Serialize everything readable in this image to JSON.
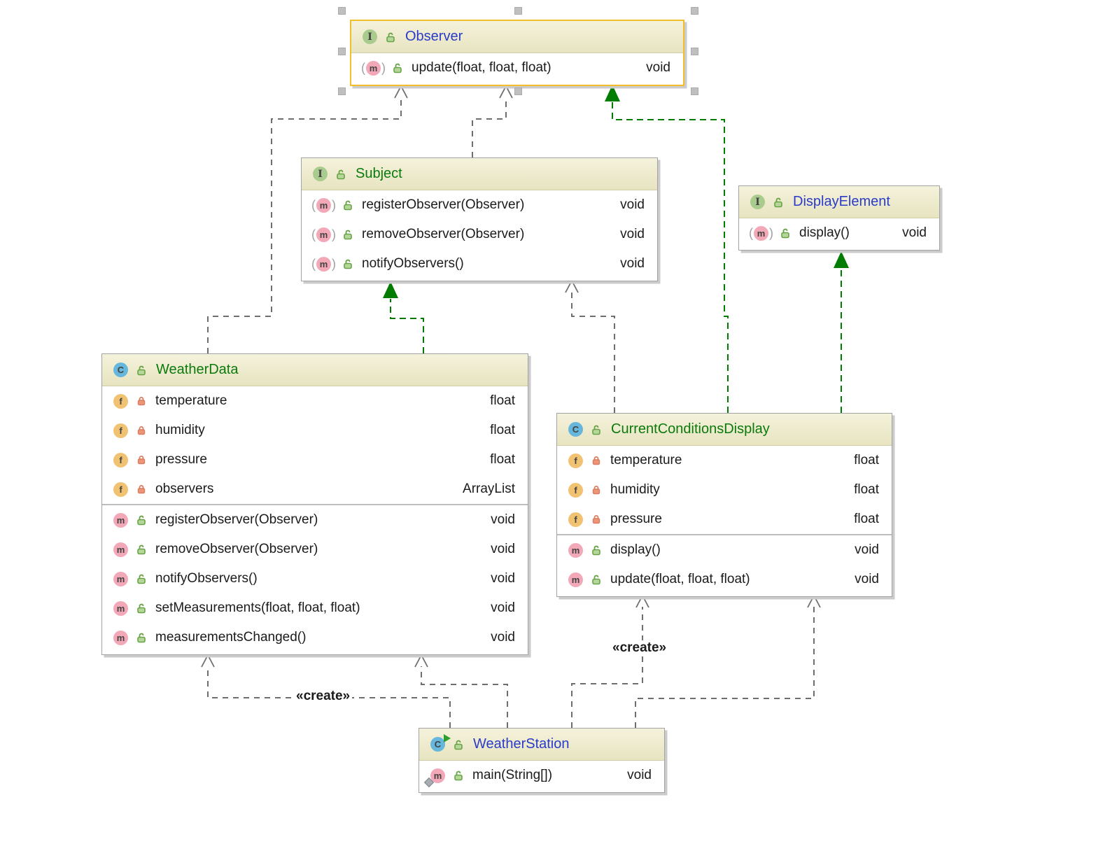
{
  "icons": {
    "interface_letter": "I",
    "class_letter": "C",
    "method_letter": "m",
    "field_letter": "f"
  },
  "edges": {
    "create_label": "«create»"
  },
  "colors": {
    "selection_border": "#F2BE2B",
    "title_green": "#0B7A0B",
    "title_blue": "#2A3BC9",
    "dependency_edge": "#6E6E6E",
    "realization_edge": "#007C00",
    "header_top": "#F5F2DC",
    "header_bottom": "#E7E4C1",
    "interface_icon_bg": "#A9CB8D",
    "class_icon_bg": "#66B7DB",
    "method_icon_bg": "#F3A8B8",
    "field_icon_bg": "#F1C272"
  },
  "nodes": {
    "observer": {
      "title": "Observer",
      "methods": [
        {
          "name": "update(float, float, float)",
          "type": "void"
        }
      ]
    },
    "subject": {
      "title": "Subject",
      "methods": [
        {
          "name": "registerObserver(Observer)",
          "type": "void"
        },
        {
          "name": "removeObserver(Observer)",
          "type": "void"
        },
        {
          "name": "notifyObservers()",
          "type": "void"
        }
      ]
    },
    "display_element": {
      "title": "DisplayElement",
      "methods": [
        {
          "name": "display()",
          "type": "void"
        }
      ]
    },
    "weather_data": {
      "title": "WeatherData",
      "fields": [
        {
          "name": "temperature",
          "type": "float"
        },
        {
          "name": "humidity",
          "type": "float"
        },
        {
          "name": "pressure",
          "type": "float"
        },
        {
          "name": "observers",
          "type": "ArrayList"
        }
      ],
      "methods": [
        {
          "name": "registerObserver(Observer)",
          "type": "void"
        },
        {
          "name": "removeObserver(Observer)",
          "type": "void"
        },
        {
          "name": "notifyObservers()",
          "type": "void"
        },
        {
          "name": "setMeasurements(float, float, float)",
          "type": "void"
        },
        {
          "name": "measurementsChanged()",
          "type": "void"
        }
      ]
    },
    "current_conditions_display": {
      "title": "CurrentConditionsDisplay",
      "fields": [
        {
          "name": "temperature",
          "type": "float"
        },
        {
          "name": "humidity",
          "type": "float"
        },
        {
          "name": "pressure",
          "type": "float"
        }
      ],
      "methods": [
        {
          "name": "display()",
          "type": "void"
        },
        {
          "name": "update(float, float, float)",
          "type": "void"
        }
      ]
    },
    "weather_station": {
      "title": "WeatherStation",
      "methods": [
        {
          "name": "main(String[])",
          "type": "void"
        }
      ]
    }
  }
}
